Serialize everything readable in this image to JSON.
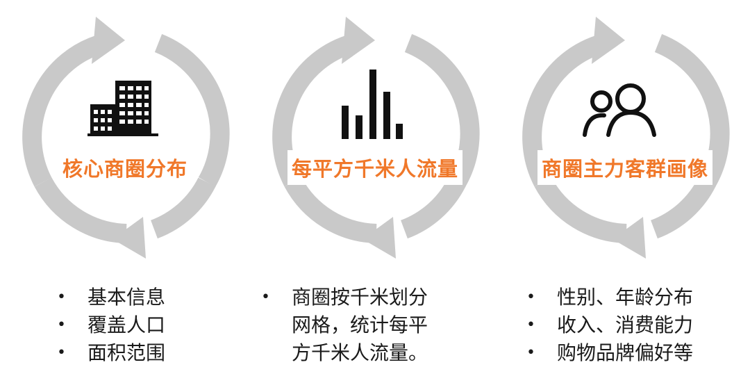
{
  "colors": {
    "title_orange": "#f0782a",
    "arrow_gray": "#c9c9c9",
    "icon_black": "#111111",
    "text_dark": "#1a1a1a"
  },
  "bullet_glyph": "•",
  "panels": [
    {
      "icon": "office-building-icon",
      "title": "核心商圈分布",
      "bullets": [
        "基本信息",
        "覆盖人口",
        "面积范围"
      ]
    },
    {
      "icon": "bar-chart-icon",
      "title": "每平方千米人流量",
      "bullets": [
        "商圈按千米划分\n网格，统计每平\n方千米人流量。"
      ]
    },
    {
      "icon": "people-icon",
      "title": "商圈主力客群画像",
      "bullets": [
        "性别、年龄分布",
        "收入、消费能力",
        "购物品牌偏好等"
      ]
    }
  ]
}
